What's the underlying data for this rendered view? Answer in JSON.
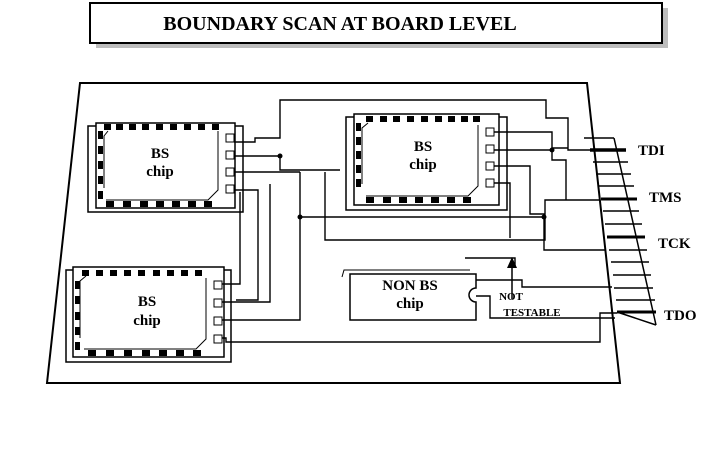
{
  "title": "BOUNDARY SCAN  AT BOARD LEVEL",
  "chips": {
    "top_left": [
      "BS",
      "chip"
    ],
    "top_right": [
      "BS",
      "chip"
    ],
    "bottom_left": [
      "BS",
      "chip"
    ],
    "non_bs": [
      "NON BS",
      "chip"
    ]
  },
  "note": [
    "NOT",
    "TESTABLE"
  ],
  "signals": [
    "TDI",
    "TMS",
    "TCK",
    "TDO"
  ]
}
